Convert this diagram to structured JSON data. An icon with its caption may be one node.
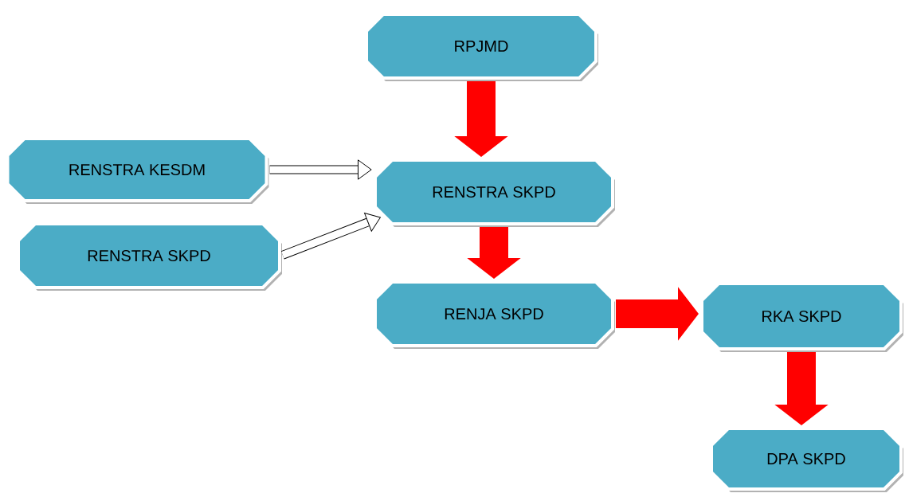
{
  "diagram": {
    "nodes": [
      {
        "text": [
          "RPJMD"
        ]
      },
      {
        "text": [
          "RENSTRA KESDM"
        ]
      },
      {
        "text": [
          "RENSTRA SKPD"
        ]
      },
      {
        "text": [
          "RENSTRA SKPD"
        ]
      },
      {
        "text": [
          "RENJA SKPD"
        ]
      },
      {
        "text": [
          "RKA SKPD"
        ]
      },
      {
        "text": [
          "DPA SKPD"
        ]
      }
    ],
    "edges": [
      {
        "from": 0,
        "to": 2,
        "arrow": "to"
      },
      {
        "from": 1,
        "to": 2,
        "arrow": "to",
        "color": "#000000"
      },
      {
        "from": 3,
        "to": 2,
        "arrow": "to",
        "color": "#000000"
      },
      {
        "from": 2,
        "to": 4,
        "arrow": "to"
      },
      {
        "from": 4,
        "to": 5,
        "arrow": "to"
      },
      {
        "from": 5,
        "to": 6,
        "arrow": "to"
      }
    ]
  }
}
